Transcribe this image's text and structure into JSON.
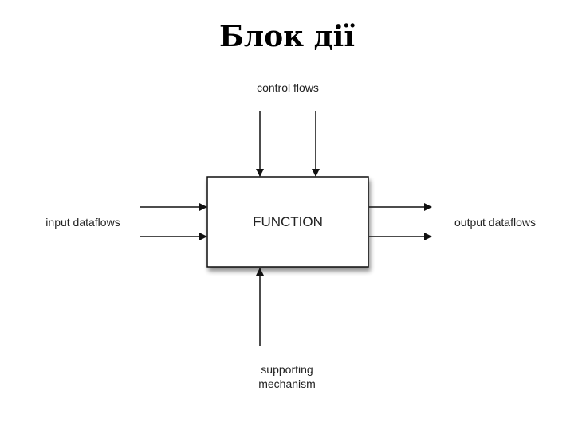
{
  "title": "Блок дії",
  "diagram": {
    "function_label": "FUNCTION",
    "control_label": "control flows",
    "input_label": "input dataflows",
    "output_label": "output dataflows",
    "mechanism_label_line1": "supporting",
    "mechanism_label_line2": "mechanism"
  }
}
